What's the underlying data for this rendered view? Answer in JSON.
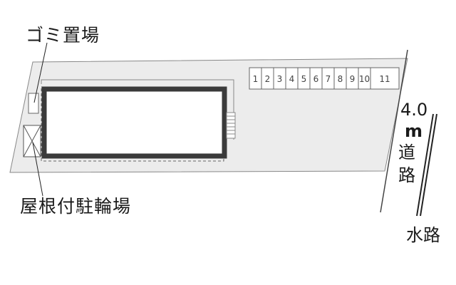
{
  "labels": {
    "garbage": "ゴミ置場",
    "bike_parking": "屋根付駐輪場",
    "road_width": "4.0",
    "road_unit": "m",
    "road": "道路",
    "waterway": "水路"
  },
  "parking_slots": [
    "1",
    "2",
    "3",
    "4",
    "5",
    "6",
    "7",
    "8",
    "9",
    "10",
    "11"
  ],
  "colors": {
    "lot": "#ececec",
    "building_border": "#3a3a3a",
    "lines": "#1a1a1a"
  }
}
